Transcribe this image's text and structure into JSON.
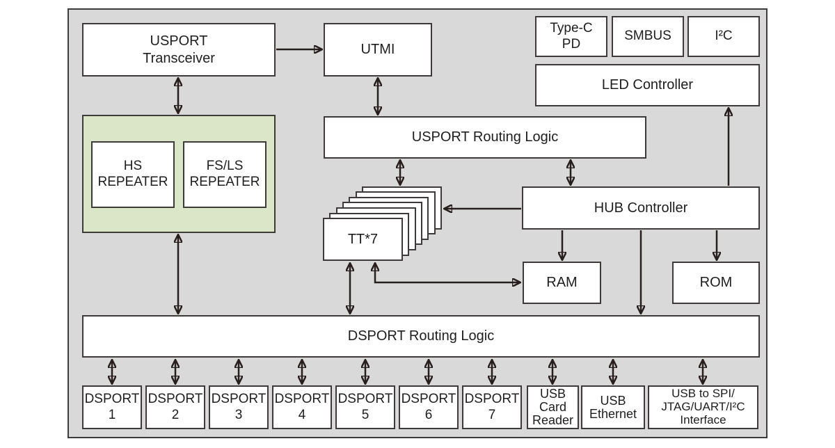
{
  "diagram": {
    "type": "block-diagram",
    "subject": "USB hub controller block diagram",
    "colors": {
      "panel_bg": "#d9d9d9",
      "box_bg": "#ffffff",
      "box_border": "#3d3a39",
      "repeater_group_bg": "#dbe5c8",
      "arrow": "#271f1e",
      "text": "#1e1e1e"
    },
    "blocks": {
      "usport_transceiver": {
        "label": "USPORT\nTransceiver"
      },
      "utmi": {
        "label": "UTMI"
      },
      "type_c_pd": {
        "label": "Type-C\nPD"
      },
      "smbus": {
        "label": "SMBUS"
      },
      "i2c": {
        "label": "I²C"
      },
      "led_controller": {
        "label": "LED Controller"
      },
      "hs_repeater": {
        "label": "HS\nREPEATER"
      },
      "fs_ls_repeater": {
        "label": "FS/LS\nREPEATER"
      },
      "usport_routing_logic": {
        "label": "USPORT Routing Logic"
      },
      "tt_stack": {
        "label": "TT*7",
        "stacked_count": 7
      },
      "hub_controller": {
        "label": "HUB Controller"
      },
      "ram": {
        "label": "RAM"
      },
      "rom": {
        "label": "ROM"
      },
      "dsport_routing_logic": {
        "label": "DSPORT Routing Logic"
      }
    },
    "ports": {
      "items": [
        {
          "label": "DSPORT\n1"
        },
        {
          "label": "DSPORT\n2"
        },
        {
          "label": "DSPORT\n3"
        },
        {
          "label": "DSPORT\n4"
        },
        {
          "label": "DSPORT\n5"
        },
        {
          "label": "DSPORT\n6"
        },
        {
          "label": "DSPORT\n7"
        },
        {
          "label": "USB\nCard\nReader"
        },
        {
          "label": "USB\nEthernet"
        },
        {
          "label": "USB to SPI/\nJTAG/UART/I²C\nInterface"
        }
      ]
    },
    "connections": [
      {
        "from": "USPORT Transceiver",
        "to": "UTMI",
        "direction": "one-way"
      },
      {
        "from": "USPORT Transceiver",
        "to": "Repeater group (HS / FS-LS)",
        "direction": "two-way"
      },
      {
        "from": "UTMI",
        "to": "USPORT Routing Logic",
        "direction": "two-way"
      },
      {
        "from": "USPORT Routing Logic",
        "to": "TT*7",
        "direction": "two-way"
      },
      {
        "from": "USPORT Routing Logic",
        "to": "HUB Controller",
        "direction": "two-way"
      },
      {
        "from": "HUB Controller",
        "to": "TT*7",
        "direction": "one-way"
      },
      {
        "from": "HUB Controller",
        "to": "RAM",
        "direction": "one-way"
      },
      {
        "from": "HUB Controller",
        "to": "ROM",
        "direction": "one-way"
      },
      {
        "from": "HUB Controller",
        "to": "DSPORT Routing Logic",
        "direction": "one-way"
      },
      {
        "from": "HUB Controller",
        "to": "LED Controller",
        "direction": "one-way"
      },
      {
        "from": "TT*7",
        "to": "RAM",
        "direction": "one-way"
      },
      {
        "from": "Repeater group",
        "to": "DSPORT Routing Logic",
        "direction": "two-way"
      },
      {
        "from": "TT*7",
        "to": "DSPORT Routing Logic",
        "direction": "two-way"
      },
      {
        "from": "DSPORT Routing Logic",
        "to": "DSPORT 1-7, USB Card Reader, USB Ethernet, USB to SPI/JTAG/UART/I²C Interface",
        "direction": "two-way"
      }
    ]
  }
}
